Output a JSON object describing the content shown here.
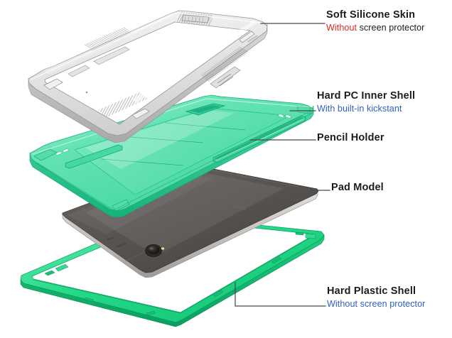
{
  "diagram": {
    "type": "exploded-view-product-diagram",
    "subject": "Tablet protective case assembly",
    "background_color": "#ffffff",
    "perspective": "isometric, stacked top-to-bottom",
    "layer_count": 4
  },
  "colors": {
    "mint_green": "#5fe0ae",
    "mint_green_light": "#8defc6",
    "mint_green_dark": "#22b87f",
    "bright_green": "#21d986",
    "silicone_gray": "#e9e9e9",
    "silicone_gray_dark": "#b9b9b9",
    "silicone_outline": "#9a9a9a",
    "tablet_body": "#585452",
    "tablet_body_dark": "#423e3c",
    "tablet_edge": "#c9c7c5",
    "leader_line": "#4a4a4a",
    "text_black": "#1c1c1c",
    "text_red": "#e02b22",
    "text_blue": "#2f5fc6"
  },
  "layers": [
    {
      "id": "soft-silicone-skin",
      "order": 1,
      "title": "Soft Silicone Skin",
      "material": "silicone",
      "color": "#e9e9e9",
      "features": [
        "ribbed corner grip texture",
        "port cutouts",
        "open frame bumper"
      ]
    },
    {
      "id": "hard-pc-inner-shell",
      "order": 2,
      "title": "Hard PC Inner Shell",
      "material": "polycarbonate",
      "color": "#5fe0ae",
      "features": [
        "built-in kickstand",
        "pencil holder groove",
        "camera cutout"
      ]
    },
    {
      "id": "pad-model",
      "order": 3,
      "title": "Pad Model",
      "material": "device",
      "color": "#585452",
      "features": [
        "rear camera",
        "metal edge",
        "volume buttons"
      ]
    },
    {
      "id": "hard-plastic-shell",
      "order": 4,
      "title": "Hard Plastic Shell",
      "material": "hard plastic",
      "color": "#21d986",
      "features": [
        "thin bezel frame",
        "snap clips"
      ]
    }
  ],
  "callouts": [
    {
      "id": "callout-silicone",
      "title": "Soft Silicone Skin",
      "subtitle_segments": [
        {
          "text": "Without",
          "color": "red"
        },
        {
          "text": " screen protector",
          "color": "black"
        }
      ],
      "leader": "horizontal"
    },
    {
      "id": "callout-pc-shell",
      "title": "Hard PC Inner Shell",
      "subtitle_segments": [
        {
          "text": "With built-in kickstant",
          "color": "blue"
        }
      ],
      "leader": "horizontal"
    },
    {
      "id": "callout-pencil",
      "title": "Pencil Holder",
      "subtitle_segments": [],
      "leader": "horizontal-long"
    },
    {
      "id": "callout-pad",
      "title": "Pad Model",
      "subtitle_segments": [],
      "leader": "horizontal"
    },
    {
      "id": "callout-plastic",
      "title": "Hard Plastic Shell",
      "subtitle_segments": [
        {
          "text": "Without screen protector",
          "color": "blue"
        }
      ],
      "leader": "elbow"
    }
  ],
  "text": {
    "silicone_title": "Soft Silicone Skin",
    "silicone_sub_1": "Without",
    "silicone_sub_2": " screen protector",
    "pc_title": "Hard PC Inner Shell",
    "pc_sub": "With built-in kickstant",
    "pencil_title": "Pencil Holder",
    "pad_title": "Pad Model",
    "plastic_title": "Hard Plastic Shell",
    "plastic_sub": "Without screen protector"
  }
}
